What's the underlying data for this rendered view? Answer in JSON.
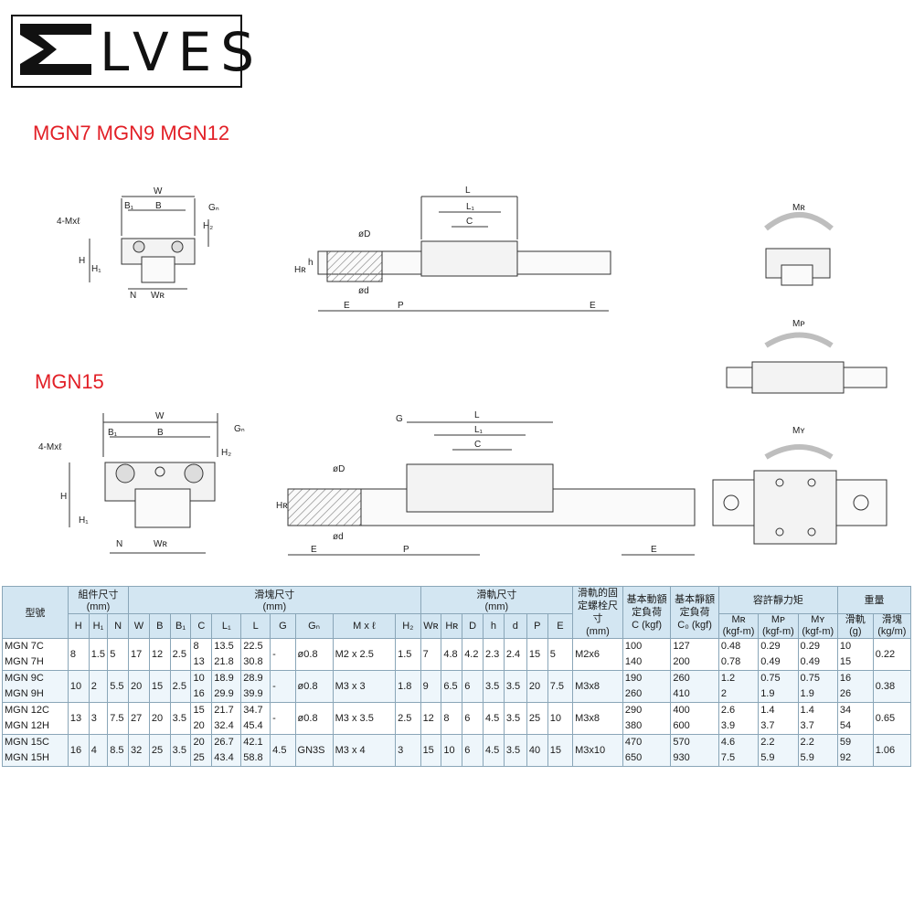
{
  "brand": {
    "logo_text": "LVES"
  },
  "headings": {
    "mgn7_12": "MGN7 MGN9 MGN12",
    "mgn15": "MGN15"
  },
  "drawing_labels": {
    "W": "W",
    "B": "B",
    "B1": "B₁",
    "Gn": "Gₙ",
    "Mxl": "4-Mxℓ",
    "H": "H",
    "H1": "H₁",
    "H2": "H₂",
    "N": "N",
    "WR": "Wʀ",
    "L": "L",
    "L1": "L₁",
    "C": "C",
    "phiD": "øD",
    "phid": "ød",
    "h": "h",
    "HR": "Hʀ",
    "E": "E",
    "P": "P",
    "G": "G",
    "MR": "Mʀ",
    "MP": "Mᴘ",
    "MY": "Mʏ"
  },
  "table": {
    "group_headers": {
      "model": "型號",
      "assembly": "組件尺寸",
      "assembly_unit": "(mm)",
      "block": "滑塊尺寸",
      "block_unit": "(mm)",
      "rail": "滑軌尺寸",
      "rail_unit": "(mm)",
      "bolt": "滑軌的固定螺栓尺寸",
      "bolt_unit": "(mm)",
      "dynamic": "基本動額定負荷",
      "dynamic_unit": "C (kgf)",
      "static": "基本靜額定負荷",
      "static_unit": "C₀ (kgf)",
      "moment": "容許靜力矩",
      "weight": "重量",
      "mr": "Mʀ",
      "mr_unit": "(kgf-m)",
      "mp": "Mᴘ",
      "mp_unit": "(kgf-m)",
      "my": "Mʏ",
      "my_unit": "(kgf-m)",
      "rail_w": "滑軌",
      "rail_w_unit": "(g)",
      "block_w": "滑塊",
      "block_w_unit": "(kg/m)"
    },
    "sub_headers": [
      "H",
      "H₁",
      "N",
      "W",
      "B",
      "B₁",
      "C",
      "L₁",
      "L",
      "G",
      "Gₙ",
      "M x ℓ",
      "H₂",
      "Wʀ",
      "Hʀ",
      "D",
      "h",
      "d",
      "P",
      "E"
    ],
    "rows": [
      {
        "model": [
          "MGN 7C",
          "MGN 7H"
        ],
        "H": "8",
        "H1": "1.5",
        "N": "5",
        "W": "17",
        "B": "12",
        "B1": "2.5",
        "C": [
          "8",
          "13"
        ],
        "L1": [
          "13.5",
          "21.8"
        ],
        "L": [
          "22.5",
          "30.8"
        ],
        "G": "-",
        "Gn": "ø0.8",
        "Mxl": "M2 x 2.5",
        "H2": "1.5",
        "WR": "7",
        "HR": "4.8",
        "D": "4.2",
        "h": "2.3",
        "d": "2.4",
        "P": "15",
        "E": "5",
        "bolt": "M2x6",
        "C_dyn": [
          "100",
          "140"
        ],
        "C_stat": [
          "127",
          "200"
        ],
        "MR": [
          "0.48",
          "0.78"
        ],
        "MP": [
          "0.29",
          "0.49"
        ],
        "MY": [
          "0.29",
          "0.49"
        ],
        "block_g": [
          "10",
          "15"
        ],
        "rail_kgm": "0.22"
      },
      {
        "model": [
          "MGN 9C",
          "MGN 9H"
        ],
        "H": "10",
        "H1": "2",
        "N": "5.5",
        "W": "20",
        "B": "15",
        "B1": "2.5",
        "C": [
          "10",
          "16"
        ],
        "L1": [
          "18.9",
          "29.9"
        ],
        "L": [
          "28.9",
          "39.9"
        ],
        "G": "-",
        "Gn": "ø0.8",
        "Mxl": "M3 x 3",
        "H2": "1.8",
        "WR": "9",
        "HR": "6.5",
        "D": "6",
        "h": "3.5",
        "d": "3.5",
        "P": "20",
        "E": "7.5",
        "bolt": "M3x8",
        "C_dyn": [
          "190",
          "260"
        ],
        "C_stat": [
          "260",
          "410"
        ],
        "MR": [
          "1.2",
          "2"
        ],
        "MP": [
          "0.75",
          "1.9"
        ],
        "MY": [
          "0.75",
          "1.9"
        ],
        "block_g": [
          "16",
          "26"
        ],
        "rail_kgm": "0.38"
      },
      {
        "model": [
          "MGN 12C",
          "MGN 12H"
        ],
        "H": "13",
        "H1": "3",
        "N": "7.5",
        "W": "27",
        "B": "20",
        "B1": "3.5",
        "C": [
          "15",
          "20"
        ],
        "L1": [
          "21.7",
          "32.4"
        ],
        "L": [
          "34.7",
          "45.4"
        ],
        "G": "-",
        "Gn": "ø0.8",
        "Mxl": "M3 x 3.5",
        "H2": "2.5",
        "WR": "12",
        "HR": "8",
        "D": "6",
        "h": "4.5",
        "d": "3.5",
        "P": "25",
        "E": "10",
        "bolt": "M3x8",
        "C_dyn": [
          "290",
          "380"
        ],
        "C_stat": [
          "400",
          "600"
        ],
        "MR": [
          "2.6",
          "3.9"
        ],
        "MP": [
          "1.4",
          "3.7"
        ],
        "MY": [
          "1.4",
          "3.7"
        ],
        "block_g": [
          "34",
          "54"
        ],
        "rail_kgm": "0.65"
      },
      {
        "model": [
          "MGN 15C",
          "MGN 15H"
        ],
        "H": "16",
        "H1": "4",
        "N": "8.5",
        "W": "32",
        "B": "25",
        "B1": "3.5",
        "C": [
          "20",
          "25"
        ],
        "L1": [
          "26.7",
          "43.4"
        ],
        "L": [
          "42.1",
          "58.8"
        ],
        "G": "4.5",
        "Gn": "GN3S",
        "Mxl": "M3 x 4",
        "H2": "3",
        "WR": "15",
        "HR": "10",
        "D": "6",
        "h": "4.5",
        "d": "3.5",
        "P": "40",
        "E": "15",
        "bolt": "M3x10",
        "C_dyn": [
          "470",
          "650"
        ],
        "C_stat": [
          "570",
          "930"
        ],
        "MR": [
          "4.6",
          "7.5"
        ],
        "MP": [
          "2.2",
          "5.9"
        ],
        "MY": [
          "2.2",
          "5.9"
        ],
        "block_g": [
          "59",
          "92"
        ],
        "rail_kgm": "1.06"
      }
    ]
  }
}
